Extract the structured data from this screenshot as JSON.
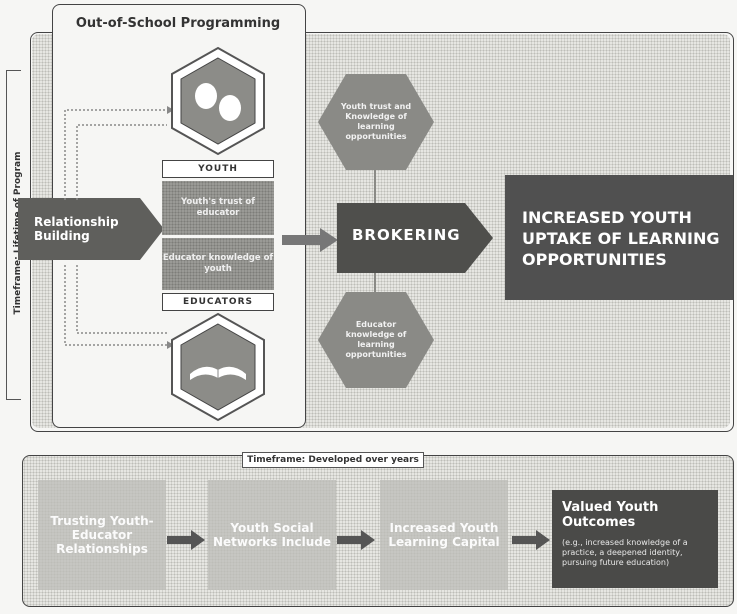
{
  "panel_title": "Out-of-School Programming",
  "timeframe_top": "Timeframe: Lifetime of Program",
  "timeframe_bottom": "Timeframe: Developed over years",
  "relationship_building": "Relationship Building",
  "youth_label": "YOUTH",
  "educators_label": "EDUCATORS",
  "youth_knowledge_educator": "Youth's trust of educator",
  "educator_knowledge_youth": "Educator knowledge of youth",
  "hex_top_text": "Youth trust and Knowledge of learning opportunities",
  "hex_bottom_text": "Educator knowledge of learning opportunities",
  "brokering": "BROKERING",
  "outcome_main": "INCREASED YOUTH UPTAKE OF LEARNING OPPORTUNITIES",
  "steps": [
    "Trusting Youth-Educator Relationships",
    "Youth Social Networks Include",
    "Increased Youth Learning Capital"
  ],
  "valued_title": "Valued Youth Outcomes",
  "valued_desc": "(e.g., increased knowledge of a practice, a deepened identity, pursuing future education)"
}
